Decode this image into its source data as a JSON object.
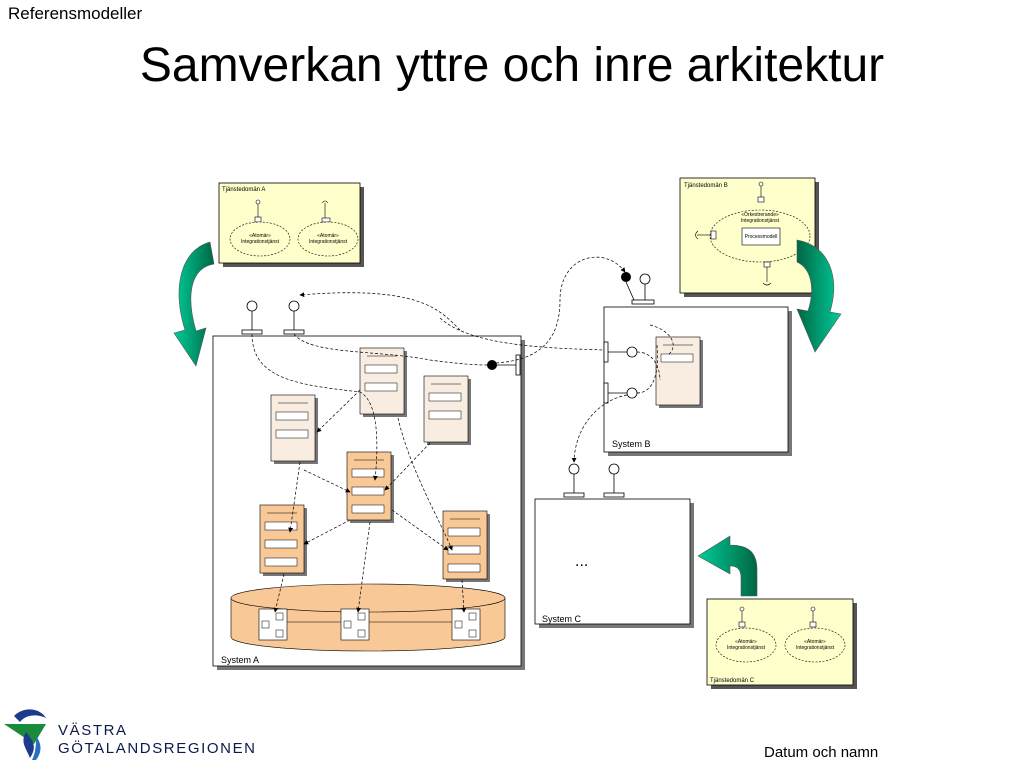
{
  "header": {
    "section": "Referensmodeller",
    "title": "Samverkan yttre och inre arkitektur"
  },
  "footer": {
    "text": "Datum och namn"
  },
  "logo": {
    "line1": "VÄSTRA",
    "line2": "GÖTALANDSREGIONEN"
  },
  "diagram": {
    "domain_a": {
      "title": "Tjänstedomän A",
      "services": [
        {
          "stereotype": "«Atomär»",
          "name": "Integrationstjänst"
        },
        {
          "stereotype": "«Atomär»",
          "name": "Integrationstjänst"
        }
      ]
    },
    "domain_b": {
      "title": "Tjänstedomän B",
      "stereotype": "«Orkestrerande»",
      "name": "Integrationstjänst",
      "process": "Processmodell"
    },
    "domain_c": {
      "title": "Tjänstedomän C",
      "services": [
        {
          "stereotype": "«Atomär»",
          "name": "Integrationstjänst"
        },
        {
          "stereotype": "«Atomär»",
          "name": "Integrationstjänst"
        }
      ]
    },
    "system_a": {
      "label": "System A"
    },
    "system_b": {
      "label": "System B"
    },
    "system_c": {
      "label": "System C",
      "ellipsis": "..."
    }
  },
  "colors": {
    "domain_fill": "#ffffcc",
    "arrow_green": "#009966",
    "orange": "#f8c896",
    "beige": "#f8ede0"
  }
}
